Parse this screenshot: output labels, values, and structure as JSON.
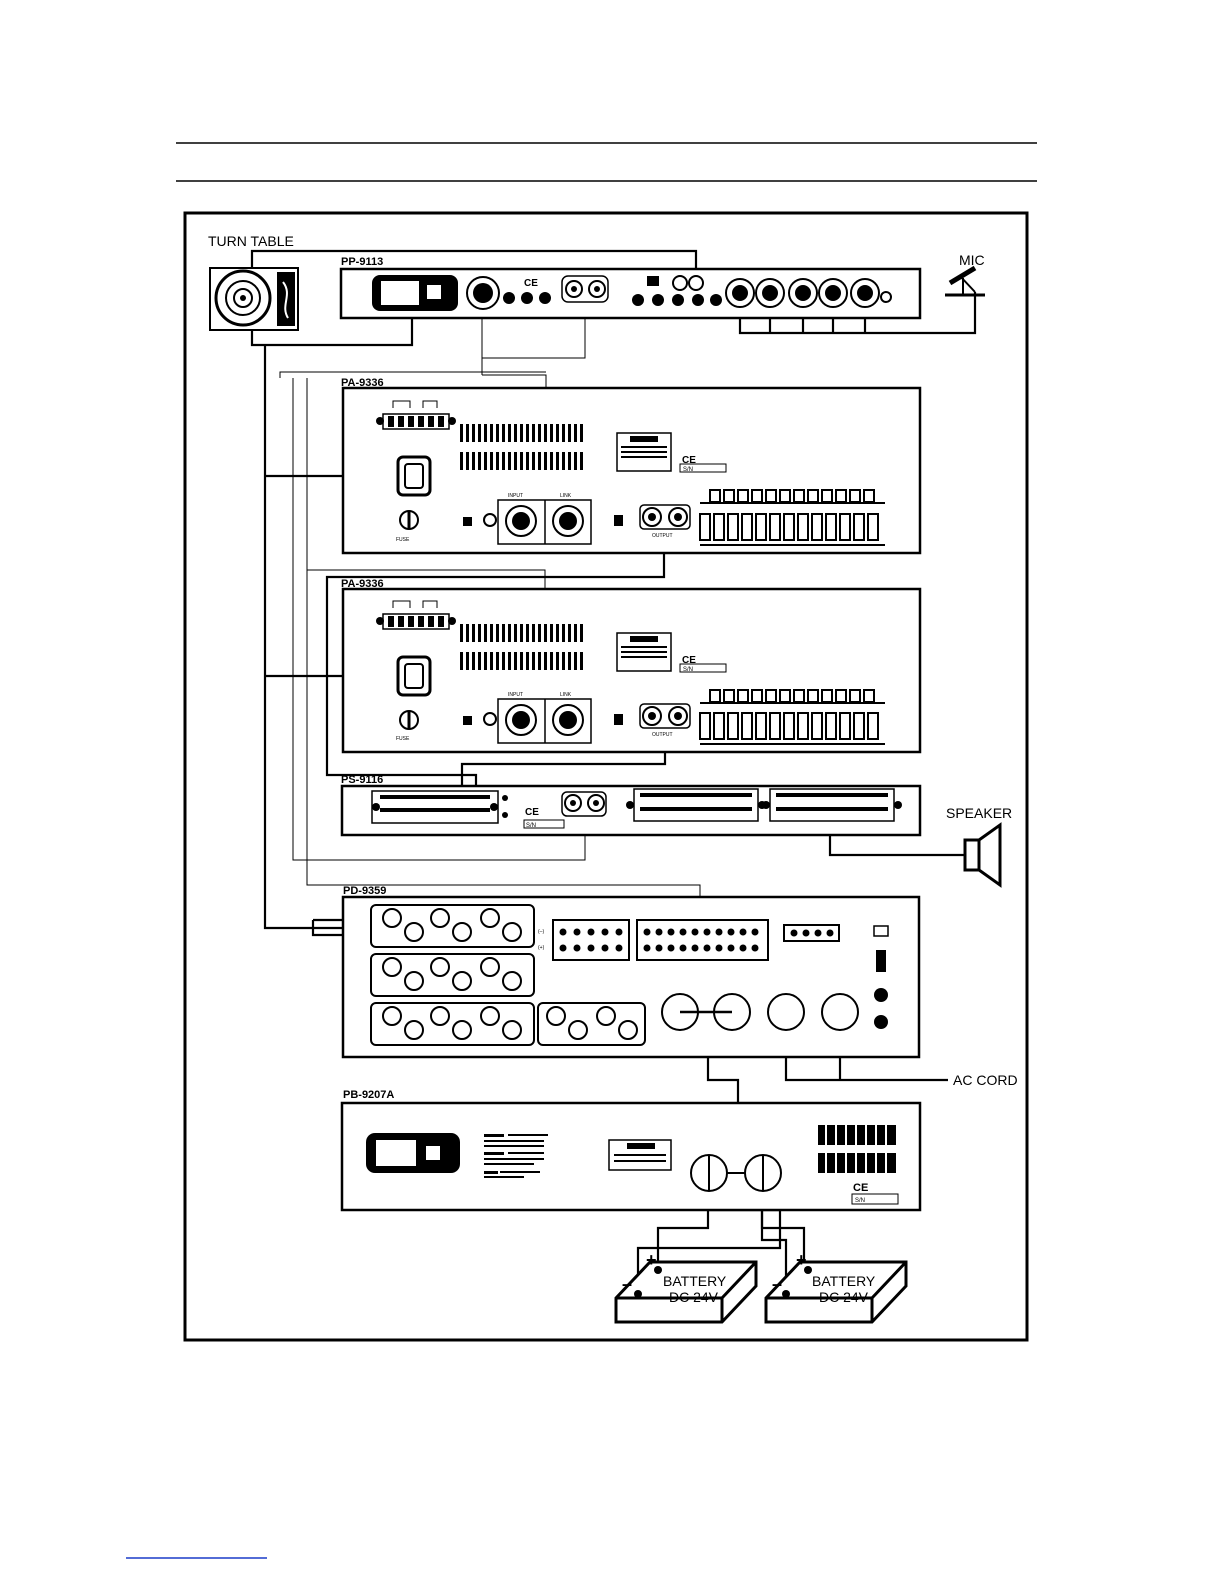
{
  "diagram": {
    "devices": {
      "pp": "PP-9113",
      "pa1": "PA-9336",
      "pa2": "PA-9336",
      "ps": "PS-9116",
      "pd": "PD-9359",
      "pb": "PB-9207A"
    },
    "external": {
      "turntable": "TURN TABLE",
      "mic": "MIC",
      "speaker": "SPEAKER",
      "ac_cord": "AC CORD"
    },
    "battery": {
      "label": "BATTERY",
      "voltage": "DC 24V",
      "plus": "+",
      "minus": "–"
    },
    "ce_mark": "CE",
    "sn_label": "S/N",
    "pa_ports": {
      "input": "INPUT",
      "link": "LINK",
      "output": "OUTPUT",
      "fuse": "FUSE"
    },
    "pd_polarity": {
      "minus": "(–)",
      "plus": "(+)"
    }
  }
}
